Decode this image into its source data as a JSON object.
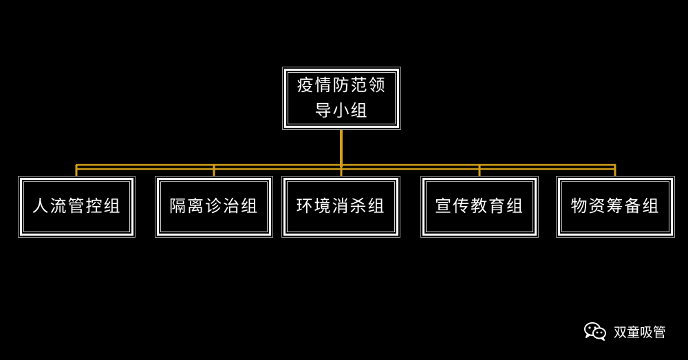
{
  "diagram": {
    "root": {
      "line1": "疫情防范领",
      "line2": "导小组"
    },
    "children": [
      {
        "label": "人流管控组"
      },
      {
        "label": "隔离诊治组"
      },
      {
        "label": "环境消杀组"
      },
      {
        "label": "宣传教育组"
      },
      {
        "label": "物资筹备组"
      }
    ],
    "colors": {
      "background": "#000000",
      "box_border": "#ffffff",
      "text": "#ffffff",
      "connector": "#d4a017"
    }
  },
  "watermark": {
    "icon": "wechat-icon",
    "text": "双童吸管"
  }
}
